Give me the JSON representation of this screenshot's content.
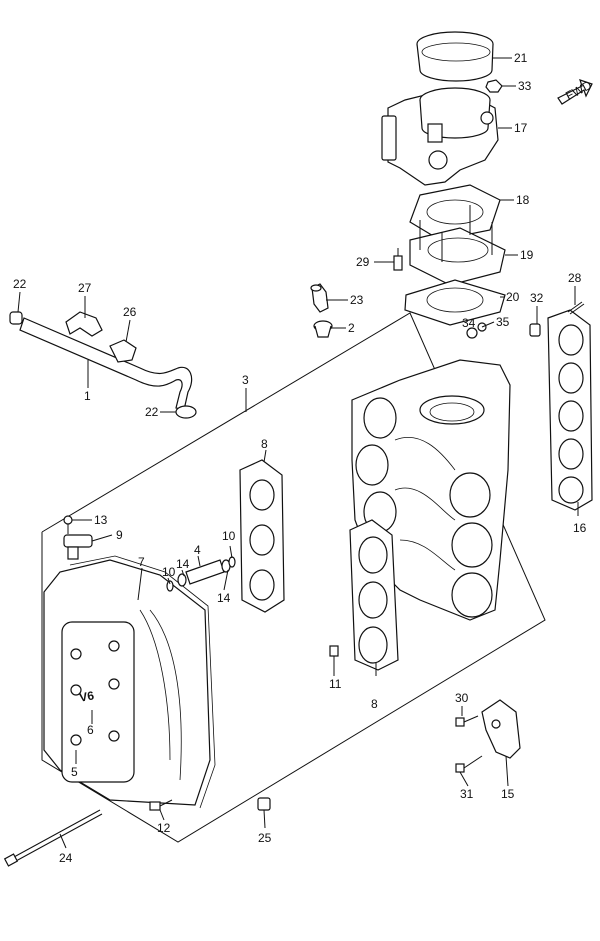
{
  "fwd_label": "FWD",
  "callouts": [
    {
      "id": "21",
      "label": "21"
    },
    {
      "id": "33",
      "label": "33"
    },
    {
      "id": "17",
      "label": "17"
    },
    {
      "id": "18",
      "label": "18"
    },
    {
      "id": "19",
      "label": "19"
    },
    {
      "id": "29",
      "label": "29"
    },
    {
      "id": "20",
      "label": "20"
    },
    {
      "id": "23",
      "label": "23"
    },
    {
      "id": "2",
      "label": "2"
    },
    {
      "id": "34",
      "label": "34"
    },
    {
      "id": "35",
      "label": "35"
    },
    {
      "id": "28",
      "label": "28"
    },
    {
      "id": "32",
      "label": "32"
    },
    {
      "id": "22a",
      "label": "22"
    },
    {
      "id": "27",
      "label": "27"
    },
    {
      "id": "26",
      "label": "26"
    },
    {
      "id": "1",
      "label": "1"
    },
    {
      "id": "22b",
      "label": "22"
    },
    {
      "id": "3",
      "label": "3"
    },
    {
      "id": "8a",
      "label": "8"
    },
    {
      "id": "16",
      "label": "16"
    },
    {
      "id": "13",
      "label": "13"
    },
    {
      "id": "9",
      "label": "9"
    },
    {
      "id": "7",
      "label": "7"
    },
    {
      "id": "10a",
      "label": "10"
    },
    {
      "id": "14a",
      "label": "14"
    },
    {
      "id": "4",
      "label": "4"
    },
    {
      "id": "10b",
      "label": "10"
    },
    {
      "id": "14b",
      "label": "14"
    },
    {
      "id": "11",
      "label": "11"
    },
    {
      "id": "8b",
      "label": "8"
    },
    {
      "id": "6",
      "label": "6"
    },
    {
      "id": "5",
      "label": "5"
    },
    {
      "id": "30",
      "label": "30"
    },
    {
      "id": "31",
      "label": "31"
    },
    {
      "id": "15",
      "label": "15"
    },
    {
      "id": "12",
      "label": "12"
    },
    {
      "id": "25",
      "label": "25"
    },
    {
      "id": "24",
      "label": "24"
    }
  ]
}
